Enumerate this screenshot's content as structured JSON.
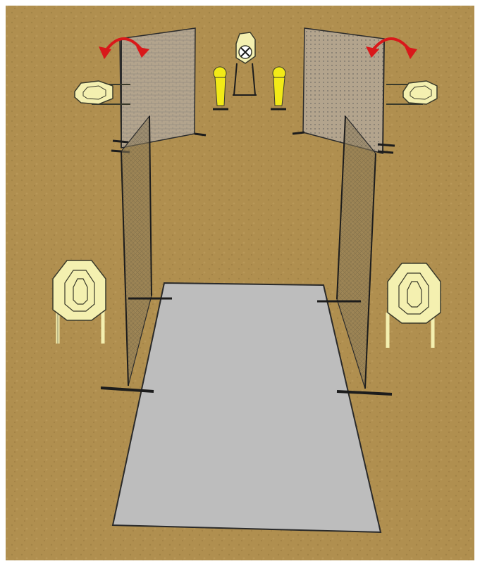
{
  "scene": {
    "kind": "shooting stage layout (3D perspective)",
    "colors": {
      "background_frame": "#ffffff",
      "sand": "#b08f4f",
      "sand_dark": "#9a7a3f",
      "mat": "#bdbdbd",
      "mat_edge": "#2a2a2a",
      "wall_panel": "#b3a48d",
      "wall_pattern": "#5f5f5f",
      "mesh": "#6f6654",
      "target_fill": "#f4f0b0",
      "target_stroke": "#3a3a2a",
      "popper_yellow": "#f2ea17",
      "activator_arrow": "#d9181a",
      "base": "#1c1c1c"
    },
    "elements": {
      "shooting_mat": "shooting-mat",
      "left_panel": "left-swinging-wall",
      "right_panel": "right-swinging-wall",
      "left_mesh_fence": "left-mesh-fence",
      "right_mesh_fence": "right-mesh-fence",
      "left_paper_target_near": "left-paper-target",
      "right_paper_target_near": "right-paper-target",
      "left_side_target": "left-wall-target",
      "right_side_target": "right-wall-target",
      "steel_poppers": 2,
      "center_back_target": "center-back-target",
      "swing_arrows": 2
    }
  }
}
